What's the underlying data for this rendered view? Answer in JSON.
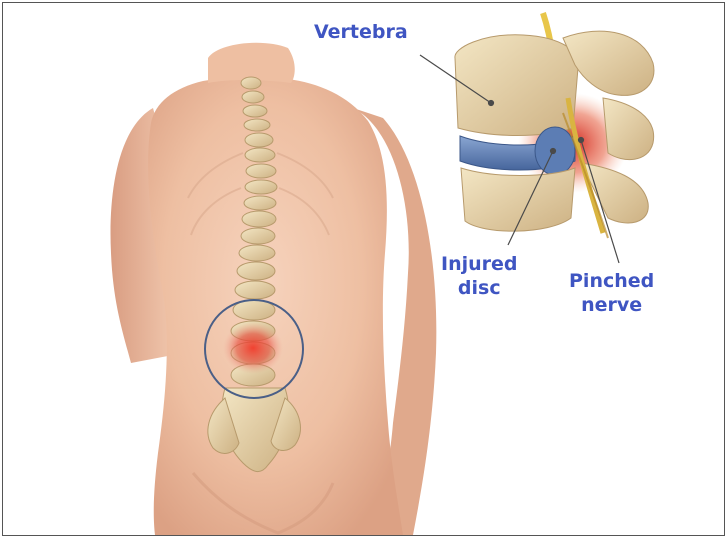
{
  "labels": {
    "vertebra": "Vertebra",
    "injured_line1": "Injured",
    "injured_line2": "disc",
    "pinched_line1": "Pinched",
    "pinched_line2": "nerve"
  },
  "colors": {
    "label_text": "#3f55c2",
    "skin": "#f0c2a6",
    "bone": "#ead7ad",
    "disc": "#5f7fb4",
    "inflammation": "#e0402f",
    "callout_circle": "#4a5f87",
    "frame_border": "#555555"
  },
  "icons": {
    "figure": "back-torso-with-spine",
    "inset": "vertebra-disc-nerve-closeup"
  }
}
